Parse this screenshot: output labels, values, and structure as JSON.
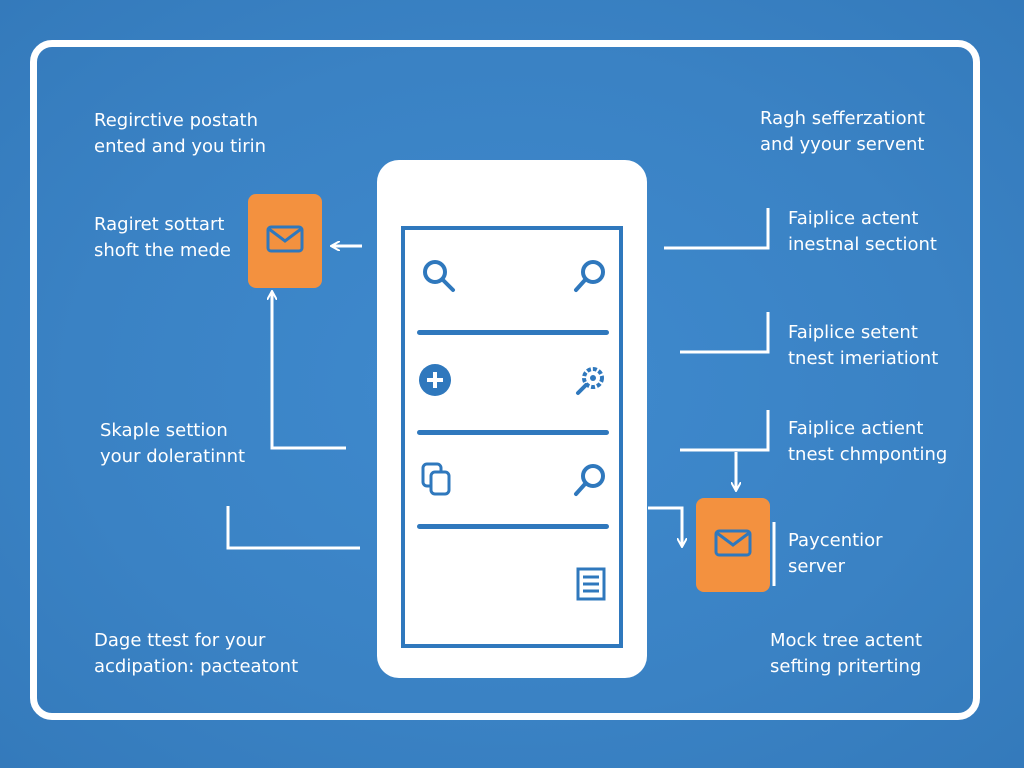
{
  "colors": {
    "background": "#3a82c4",
    "frame": "#ffffff",
    "accent_blue": "#2f78bd",
    "accent_orange": "#f3913f"
  },
  "labels": {
    "top_left": [
      "Regirctive postath",
      "ented and you tirin"
    ],
    "mid_left": [
      "Ragiret sottart",
      "shoft the mede"
    ],
    "lower_left": [
      "Skaple settion",
      "your doleratinnt"
    ],
    "bottom_left": [
      "Dage ttest for your",
      "acdipation: pacteatont"
    ],
    "top_right": [
      "Ragh sefferzationt",
      "and yyour servent"
    ],
    "right_1": [
      "Faiplice actent",
      "inestnal sectiont"
    ],
    "right_2": [
      "Faiplice setent",
      "tnest imeriationt"
    ],
    "right_3": [
      "Faiplice actient",
      "tnest chmponting"
    ],
    "right_4": [
      "Paycentior",
      "server"
    ],
    "bottom_right": [
      "Mock tree actent",
      "sefting priterting"
    ]
  },
  "phone_icons": {
    "row1_left": "search-icon",
    "row1_right": "search-icon",
    "row2_left": "plus-circle-icon",
    "row2_right": "gear-icon",
    "row3_left": "copy-icon",
    "row3_right": "search-icon",
    "row4_right": "list-icon"
  },
  "external_icons": {
    "left_box": "mail-icon",
    "right_box": "mail-icon"
  }
}
